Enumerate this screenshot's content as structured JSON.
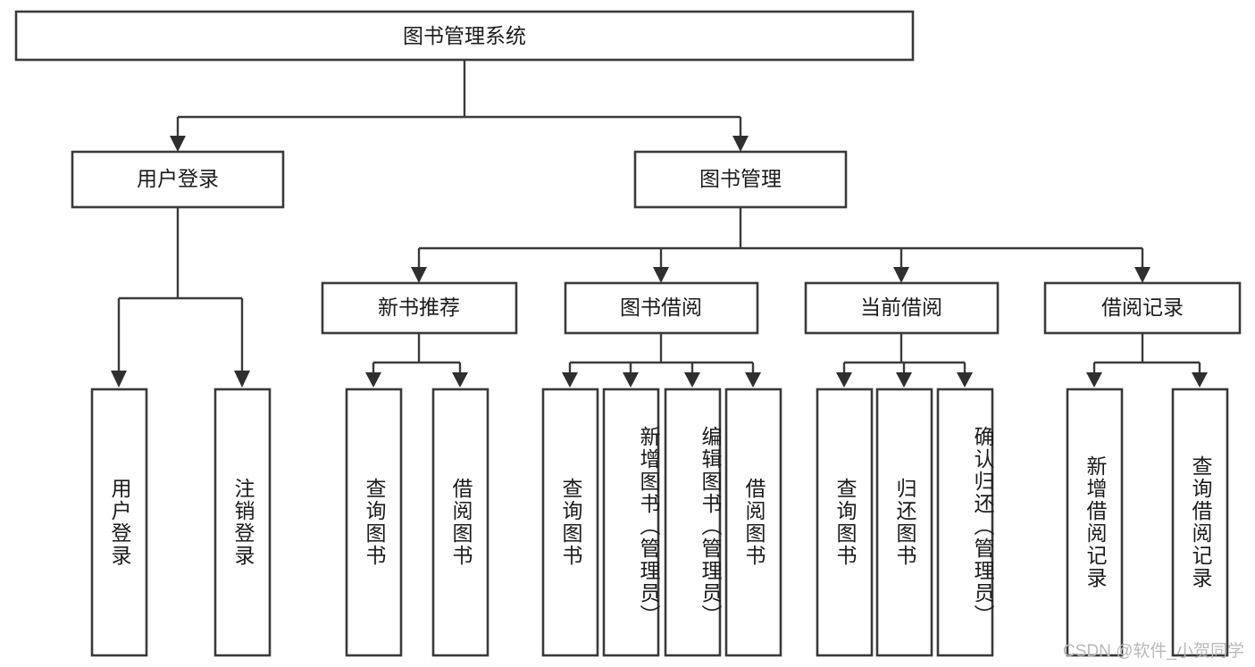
{
  "diagram": {
    "title": "图书管理系统",
    "type": "tree-hierarchy-diagram",
    "watermark": "CSDN @软件_小贺同学",
    "colors": {
      "box_stroke": "#3a3a3a",
      "box_fill": "#ffffff",
      "connector": "#3a3a3a",
      "text": "#1b1b1b",
      "background": "#ffffff",
      "watermark": "#b9b9b9"
    },
    "levels": {
      "root": {
        "label": "图书管理系统"
      },
      "level2": [
        {
          "id": "user-login",
          "label": "用户登录"
        },
        {
          "id": "book-management",
          "label": "图书管理"
        }
      ],
      "level3": [
        {
          "id": "new-book-recommend",
          "label": "新书推荐",
          "parent": "book-management"
        },
        {
          "id": "book-borrow",
          "label": "图书借阅",
          "parent": "book-management"
        },
        {
          "id": "current-borrow",
          "label": "当前借阅",
          "parent": "book-management"
        },
        {
          "id": "borrow-record",
          "label": "借阅记录",
          "parent": "book-management"
        }
      ],
      "leaves": [
        {
          "id": "leaf-user-login",
          "label": "用户登录",
          "parent": "user-login"
        },
        {
          "id": "leaf-logout-login",
          "label": "注销登录",
          "parent": "user-login"
        },
        {
          "id": "leaf-query-book-1",
          "label": "查询图书",
          "parent": "new-book-recommend"
        },
        {
          "id": "leaf-borrow-book-1",
          "label": "借阅图书",
          "parent": "new-book-recommend"
        },
        {
          "id": "leaf-query-book-2",
          "label": "查询图书",
          "parent": "book-borrow"
        },
        {
          "id": "leaf-add-book",
          "label": "新增图书（管理员）",
          "parent": "book-borrow"
        },
        {
          "id": "leaf-edit-book",
          "label": "编辑图书（管理员）",
          "parent": "book-borrow"
        },
        {
          "id": "leaf-borrow-book-2",
          "label": "借阅图书",
          "parent": "book-borrow"
        },
        {
          "id": "leaf-query-book-3",
          "label": "查询图书",
          "parent": "current-borrow"
        },
        {
          "id": "leaf-return-book",
          "label": "归还图书",
          "parent": "current-borrow"
        },
        {
          "id": "leaf-confirm-return",
          "label": "确认归还（管理员）",
          "parent": "current-borrow"
        },
        {
          "id": "leaf-add-record",
          "label": "新增借阅记录",
          "parent": "borrow-record"
        },
        {
          "id": "leaf-query-record",
          "label": "查询借阅记录",
          "parent": "borrow-record"
        }
      ]
    }
  }
}
